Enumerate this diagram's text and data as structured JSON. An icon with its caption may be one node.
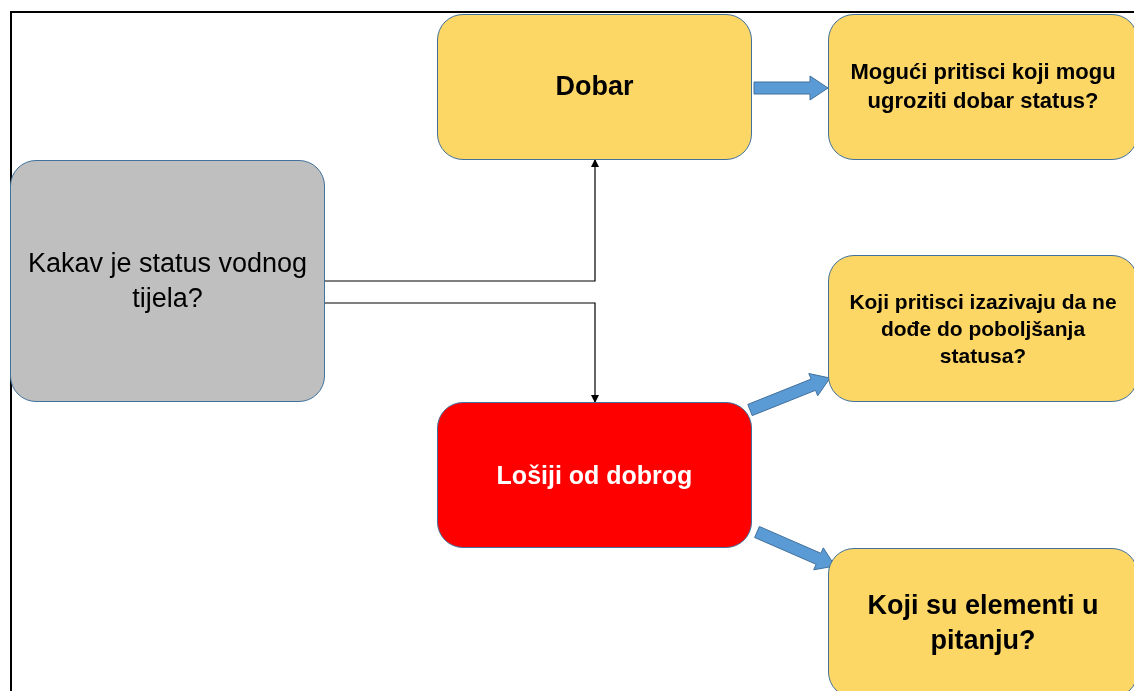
{
  "diagram": {
    "nodes": [
      {
        "text": [
          "Kakav je status vodnog tijela?"
        ]
      },
      {
        "text": [
          "Dobar"
        ]
      },
      {
        "text": [
          "Mogući pritisci koji mogu ugroziti dobar status?"
        ]
      },
      {
        "text": [
          "Koji pritisci izazivaju da ne dođe do poboljšanja statusa?"
        ]
      },
      {
        "text": [
          "Lošiji od dobrog"
        ]
      },
      {
        "text": [
          "Koji su elementi u pitanju?"
        ]
      }
    ],
    "edges": [
      {
        "from": 0,
        "to": 1,
        "arrow": "to"
      },
      {
        "from": 0,
        "to": 4,
        "arrow": "to"
      },
      {
        "from": 1,
        "to": 2,
        "arrow": "to",
        "style": "thick",
        "color": "#5b9bd5"
      },
      {
        "from": 4,
        "to": 3,
        "arrow": "to",
        "style": "thick",
        "color": "#5b9bd5"
      },
      {
        "from": 4,
        "to": 5,
        "arrow": "to",
        "style": "thick",
        "color": "#5b9bd5"
      }
    ]
  }
}
